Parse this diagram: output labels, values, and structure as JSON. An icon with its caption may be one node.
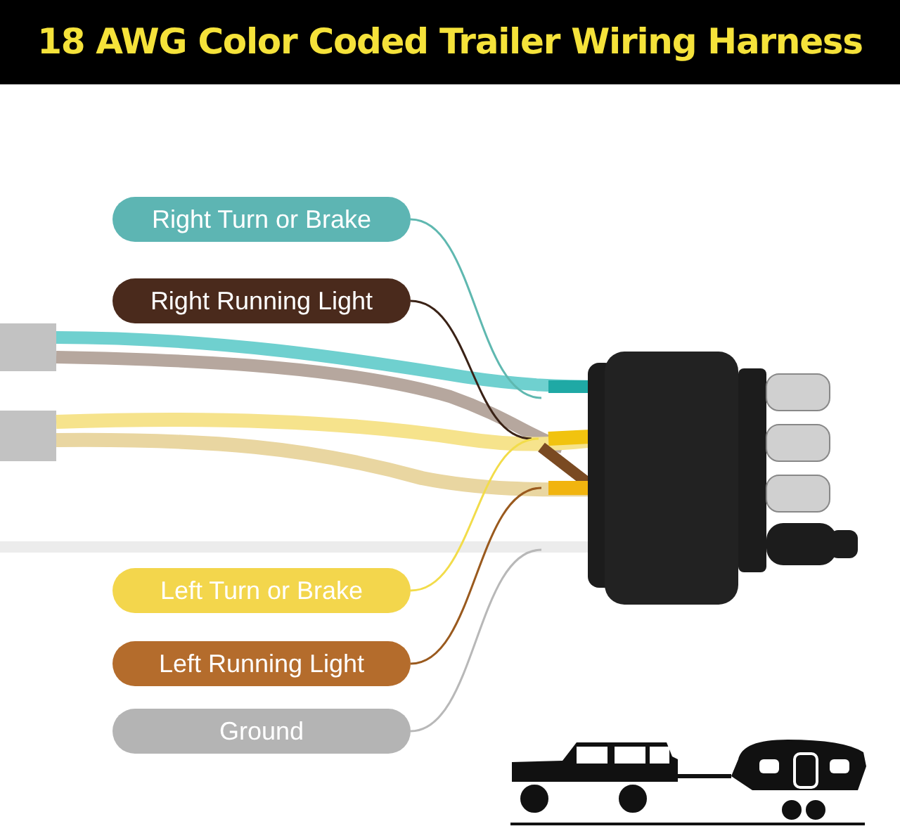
{
  "diagram": {
    "title": "18 AWG Color Coded Trailer Wiring Harness",
    "nodes": [
      {
        "text": [
          "Right Turn or Brake"
        ]
      },
      {
        "text": [
          "Right Running Light"
        ]
      },
      {
        "text": [
          "Left Turn or Brake"
        ]
      },
      {
        "text": [
          "Left Running Light"
        ]
      },
      {
        "text": [
          "Ground"
        ]
      }
    ],
    "edges": [
      {
        "from": 0,
        "to": null,
        "arrow": "none",
        "color": "#5fb8b0"
      },
      {
        "from": 1,
        "to": null,
        "arrow": "none",
        "color": "#3a2216"
      },
      {
        "from": 2,
        "to": null,
        "arrow": "none",
        "color": "#f2dc4a"
      },
      {
        "from": 3,
        "to": null,
        "arrow": "none",
        "color": "#9a5a1e"
      },
      {
        "from": 4,
        "to": null,
        "arrow": "none",
        "color": "#b8b8b8"
      }
    ]
  }
}
